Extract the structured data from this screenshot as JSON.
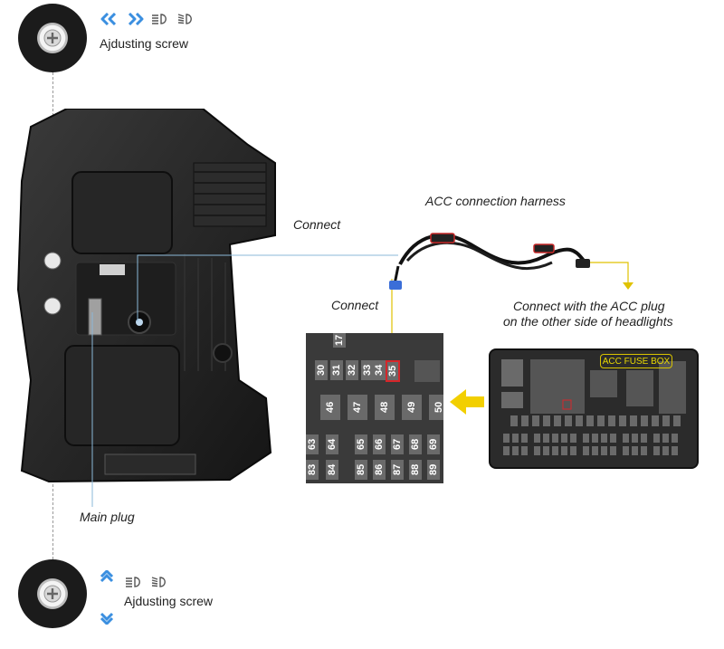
{
  "screws": {
    "top_label": "Ajdusting screw",
    "bottom_label": "Ajdusting screw"
  },
  "icons": {
    "top": [
      "chevrons-left-icon",
      "chevrons-right-icon",
      "low-beam-icon",
      "high-beam-icon"
    ],
    "bottom": [
      "chevron-up-icon",
      "chevron-down-icon",
      "low-beam-icon",
      "high-beam-icon"
    ]
  },
  "labels": {
    "harness": "ACC connection harness",
    "connect_upper": "Connect",
    "connect_lower": "Connect",
    "acc_plug_line1": "Connect with the ACC plug",
    "acc_plug_line2": "on the other side of headlights",
    "main_plug": "Main plug",
    "fuse_box": "ACC FUSE BOX"
  },
  "fuse_closeup": {
    "top_row": [
      "30",
      "31",
      "32",
      "33",
      "34",
      "35"
    ],
    "highlighted": "35",
    "mid_row": [
      "46",
      "47",
      "48",
      "49",
      "50"
    ],
    "row3": [
      "63",
      "64",
      "65",
      "66",
      "67",
      "68",
      "69"
    ],
    "row4": [
      "83",
      "84",
      "85",
      "86",
      "87",
      "88",
      "89"
    ],
    "corner": "17"
  },
  "colors": {
    "accent_blue": "#3b8fe0",
    "accent_yellow": "#f2cf00",
    "highlight_red": "#d6262a"
  }
}
